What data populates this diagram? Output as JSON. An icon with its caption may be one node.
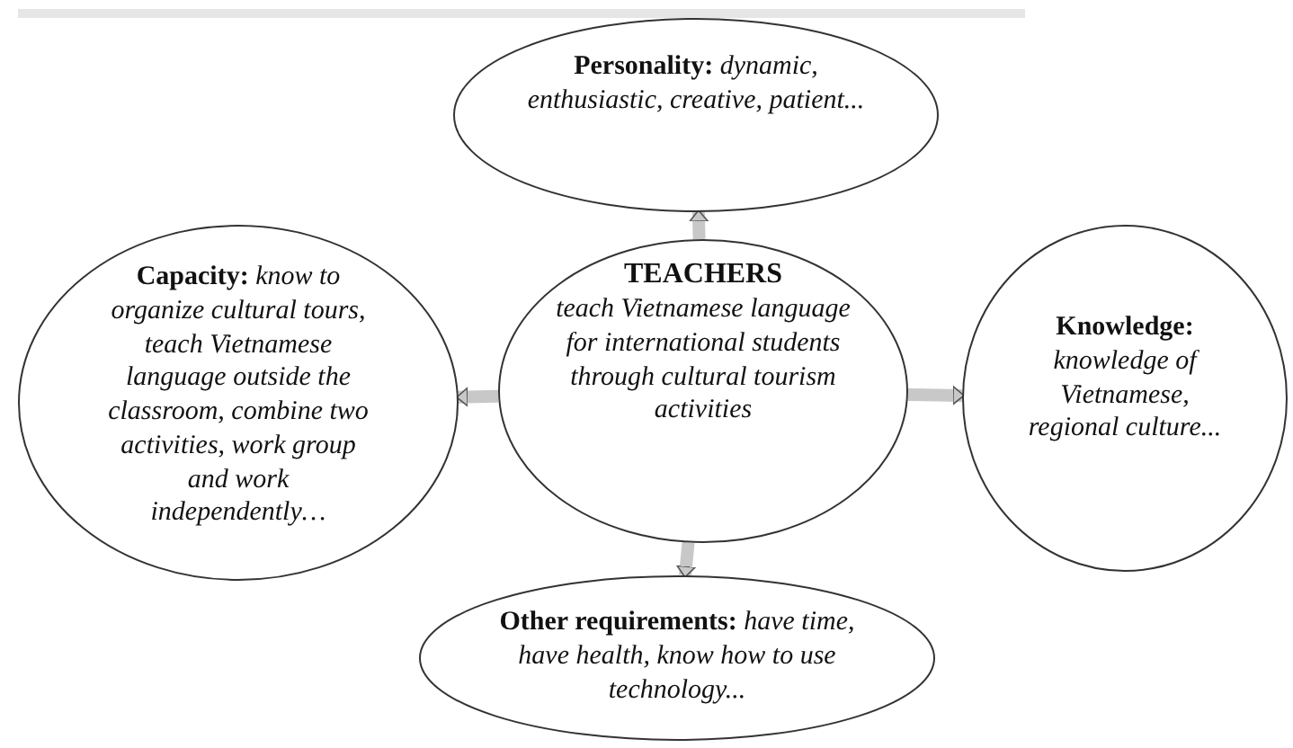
{
  "diagram": {
    "nodes": [
      {
        "text": [
          "**Personality:** *dynamic, enthusiastic, creative, patient...*"
        ]
      },
      {
        "text": [
          "**Capacity:** *know to organize cultural tours, teach Vietnamese language outside the classroom, combine two activities, work group and work independently…*"
        ]
      },
      {
        "text": [
          "TEACHERS",
          "teach Vietnamese language for international students through cultural tourism activities"
        ]
      },
      {
        "text": [
          "**Knowledge:** *knowledge of Vietnamese, regional culture...*"
        ]
      },
      {
        "text": [
          "**Other requirements:** *have time, have health, know how to use technology...*"
        ]
      }
    ],
    "edges": [
      {
        "from": 2,
        "to": 0,
        "arrow": "to"
      },
      {
        "from": 2,
        "to": 1,
        "arrow": "to"
      },
      {
        "from": 2,
        "to": 3,
        "arrow": "to"
      },
      {
        "from": 2,
        "to": 4,
        "arrow": "to"
      }
    ]
  }
}
